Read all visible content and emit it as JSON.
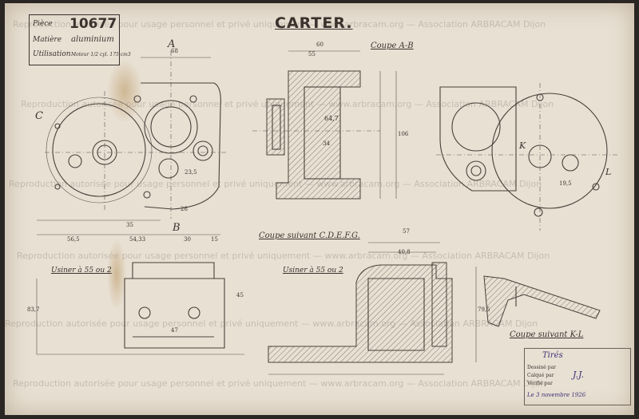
{
  "title": "CARTER.",
  "title_block": {
    "piece_label": "Pièce",
    "piece_number": "10677",
    "matiere_label": "Matière",
    "matiere_value": "aluminium",
    "utilisation_label": "Utilisation",
    "utilisation_value": "Moteur 1/2 cyl. 175 cm3"
  },
  "sections": {
    "coupe_ab": "Coupe A-B",
    "coupe_cdefg": "Coupe suivant C.D.E.F.G.",
    "coupe_kl": "Coupe suivant K-L",
    "usiner_left": "Usiner à 55 ou 2",
    "usiner_mid": "Usiner à 55 ou 2"
  },
  "letters": {
    "a": "A",
    "b": "B",
    "c": "C",
    "k": "K",
    "l": "L"
  },
  "dimensions": {
    "d68": "68",
    "d60": "60",
    "d55": "55",
    "d64_7": "64,7",
    "d34": "34",
    "d106": "106",
    "d56_5": "56,5",
    "d54_33": "54,33",
    "d30": "30",
    "d15": "15",
    "d35": "35",
    "d57": "57",
    "d40_8": "40,8",
    "d45": "45",
    "d47": "47",
    "d83_7": "83,7",
    "d79_5": "79,5",
    "d28": "28",
    "d23_5": "23,5",
    "d19_5": "19,5"
  },
  "stamp": {
    "label": "Tirés",
    "rows": [
      "Dessiné par",
      "Calqué par",
      "Vérifié par"
    ],
    "initials": "J.J.",
    "date": "Le 3 novembre 1926"
  },
  "watermark": "Reproduction autorisée pour usage personnel et privé uniquement — www.arbracam.org — Association ARBRACAM Dijon"
}
